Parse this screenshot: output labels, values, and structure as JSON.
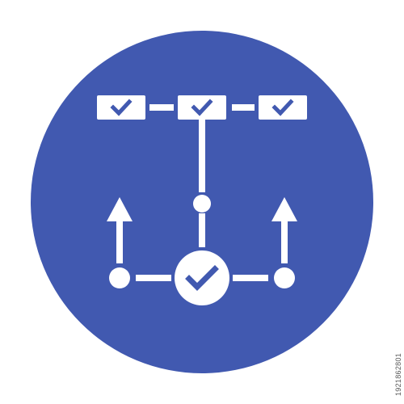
{
  "icon": {
    "name": "workflow-checklist-icon",
    "colors": {
      "background": "#ffffff",
      "circle": "#4159b0",
      "glyph": "#ffffff"
    },
    "boxes": 3,
    "checked_hub": true,
    "arrows": 2
  },
  "stock_id": "1921862801"
}
